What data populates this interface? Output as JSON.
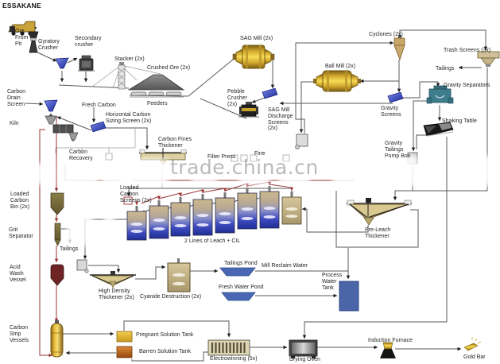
{
  "title": "ESSAKANE",
  "watermark": "trade.china.cn",
  "colors": {
    "mill_gold": "#d2a82e",
    "screen_blue": "#2a3ab0",
    "carbon_line_red": "#993333",
    "water_blue": "#4a67b4",
    "thickener_tan": "#d9c88f"
  },
  "labels": {
    "ore_from_pit": "Ore\nFrom\nPit",
    "gyratory_crusher": "Gyratory\nCrusher",
    "secondary_crusher": "Secondary\ncrusher",
    "stacker": "Stacker (2x)",
    "crushed_ore": "Crushed Ore (2x)",
    "feeders": "Feeders",
    "carbon_drain_screen": "Carbon\nDrain\nScreen",
    "kiln": "Kiln",
    "fresh_carbon": "Fresh Carbon",
    "horizontal_carbon_screen": "Horizontal Carbon\nSizing Screen (2x)",
    "sag_mill": "SAG Mill (2x)",
    "pebble_crusher": "Pebble\nCrusher\n(2x)",
    "sag_discharge_screens": "SAG Mill\nDischarge\nScreens\n(2x)",
    "cyclones": "Cyclones (2x)",
    "ball_mill": "Ball Mill (2x)",
    "trash_screens": "Trash Screens (3x)",
    "tailings_top": "Tailings",
    "gravity_separators": "Gravity Separators",
    "gravity_screens": "Gravity\nScreens",
    "shaking_table": "Shaking Table",
    "gravity_tailings_pump_box": "Gravity\nTailings\nPump Box",
    "carbon_recovery": "Carbon\nRecovery",
    "carbon_fines_thickener": "Carbon Fines\nThickener",
    "filter_press": "Filter Press",
    "fine": "Fine",
    "loaded_carbon_bin": "Loaded\nCarbon\nBin (2x)",
    "loaded_carbon_screens": "Loaded\nCarbon\nScreens (2x)",
    "grit_separator": "Grit\nSeparator",
    "tailings_mid": "Tailings",
    "acid_wash_vessel": "Acid\nWash\nVessel",
    "high_density_thickener": "High Density\nThickener (2x)",
    "cyanide_destruction": "Cyanide Destruction (2x)",
    "leach_lines": "2 Lines of Leach + CIL",
    "tailings_pond": "Tailings Pond",
    "mill_reclaim_water": "Mill Reclaim Water",
    "fresh_water_pond": "Fresh Water Pond",
    "process_water_tank": "Process\nWater\nTank",
    "pre_leach_thickener": "Pre-Leach\nThickener",
    "carbon_strip_vessels": "Carbon\nStrip\nVessels",
    "pregnant_solution_tank": "Pregnant Solution Tank",
    "barren_solution_tank": "Barren Solution Tank",
    "electrowinning": "Electrowinning (5x)",
    "drying_oven": "Drying Oven",
    "induction_furnace": "Induction Furnace",
    "gold_bar": "Gold Bar"
  }
}
